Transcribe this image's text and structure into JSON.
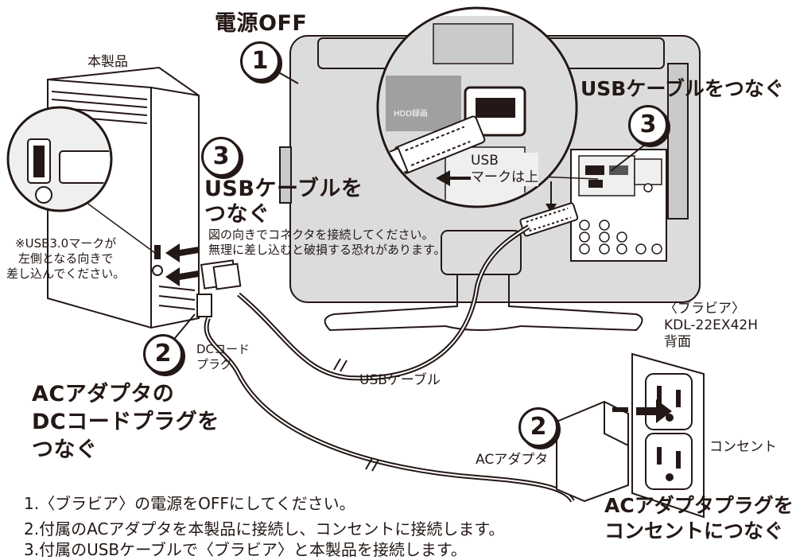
{
  "texts": {
    "power_off": "電源OFF",
    "product_label": "本製品",
    "usb_connect_tv": "USBケーブルをつなぐ",
    "step3_heading": "USBケーブルを\nつなぐ",
    "connector_note": "図の向きでコネクタを接続してください。\n無理に差し込むと破損する恐れがあります。",
    "usb30_note": "※USB3.0マークが\n左側となる向きで\n差し込んでください。",
    "usb_mark_up": "USB\nマークは上",
    "hdd_label": "HDD録画",
    "bravia_model": "〈ブラビア〉\nKDL-22EX42H\n背面",
    "dc_cord_plug": "DCコード\nプラグ",
    "usb_cable_label": "USBケーブル",
    "step2_heading": "ACアダプタの\nDCコードプラグを\nつなぐ",
    "outlet_label": "コンセント",
    "ac_adapter_label": "ACアダプタ",
    "ac_plug_heading": "ACアダプタプラグを\nコンセントにつなぐ"
  },
  "badges": {
    "step1": "1",
    "step3_left": "3",
    "step3_tv": "3",
    "step2_left": "2",
    "step2_adapter": "2"
  },
  "instructions": [
    "1.〈ブラビア〉の電源をOFFにしてください。",
    "2.付属のACアダプタを本製品に接続し、コンセントに接続します。",
    "3.付属のUSBケーブルで〈ブラビア〉と本製品を接続します。"
  ],
  "colors": {
    "ink": "#231815",
    "panel": "#dcdcdd",
    "panel_dark": "#b5b5b6"
  }
}
